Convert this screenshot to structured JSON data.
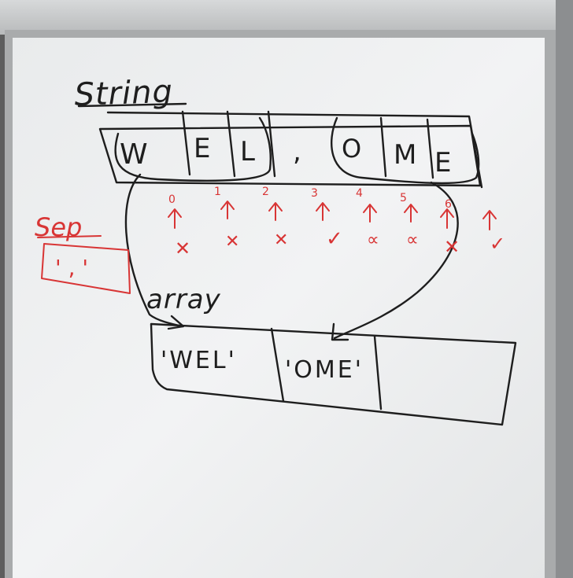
{
  "board": {
    "title": "String",
    "string_chars": [
      "W",
      "E",
      "L",
      ",",
      "O",
      "M",
      "E"
    ],
    "indices": [
      "0",
      "1",
      "2",
      "3",
      "4",
      "5",
      "6"
    ],
    "result_marks": [
      "✕",
      "✕",
      "✕",
      "✓",
      "∝",
      "∝",
      "✕",
      "✓"
    ],
    "sep_label": "Sep",
    "sep_value": "' , '",
    "array_label": "array",
    "array_values": [
      "'WEL'",
      "'OME'",
      ""
    ]
  },
  "colors": {
    "ink_black": "#1e1e1e",
    "ink_red": "#d83535",
    "board": "#eef0f1"
  }
}
